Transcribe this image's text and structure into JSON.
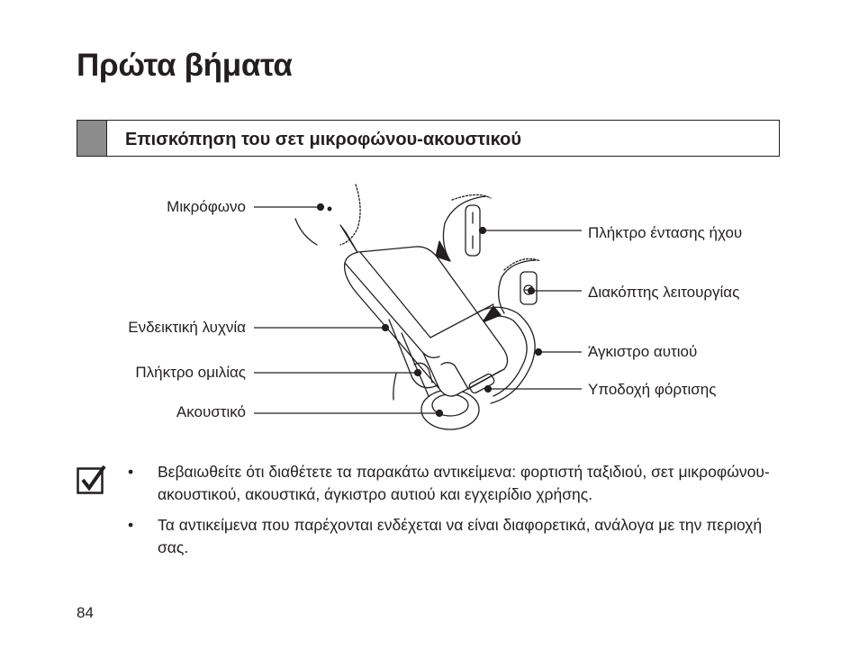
{
  "page": {
    "title": "Πρώτα βήματα",
    "section_heading": "Επισκόπηση του σετ μικροφώνου-ακουστικού",
    "page_number": "84"
  },
  "diagram": {
    "labels": {
      "microphone": "Μικρόφωνο",
      "volume_key": "Πλήκτρο έντασης ήχου",
      "power_switch": "Διακόπτης λειτουργίας",
      "indicator_light": "Ενδεικτική λυχνία",
      "ear_hook": "Άγκιστρο αυτιού",
      "talk_key": "Πλήκτρο ομιλίας",
      "charging_jack": "Υποδοχή φόρτισης",
      "earpiece": "Ακουστικό"
    }
  },
  "notes": {
    "icon": "checkbox-note-icon",
    "bullet": "•",
    "items": [
      "Βεβαιωθείτε ότι διαθέτετε τα παρακάτω αντικείμενα: φορτιστή ταξιδιού, σετ μικροφώνου-ακουστικού, ακουστικά, άγκιστρο αυτιού και εγχειρίδιο χρήσης.",
      "Τα αντικείμενα που παρέχονται ενδέχεται να είναι διαφορετικά, ανάλογα με την περιοχή σας."
    ]
  }
}
